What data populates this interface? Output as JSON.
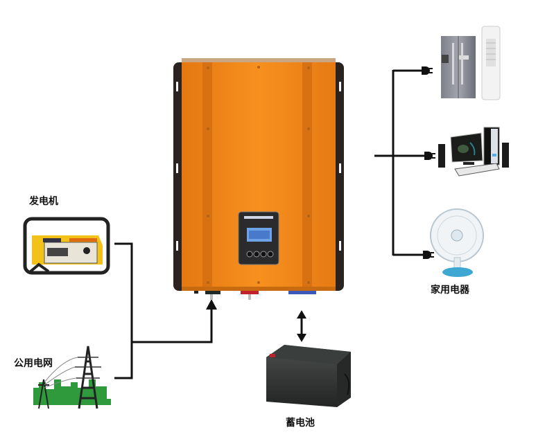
{
  "diagram": {
    "title": "Inverter power system connection diagram",
    "labels": {
      "generator": "发电机",
      "utility_grid": "公用电网",
      "home_appliances": "家用电器",
      "battery": "蓄电池"
    },
    "colors": {
      "inverter_orange": "#f5891f",
      "inverter_dark_panel": "#2a2320",
      "line": "#111111",
      "generator_yellow": "#f2c21a",
      "grid_green": "#2e9a3c",
      "battery_body": "#2c302f",
      "fan_blue": "#3fa8d2"
    },
    "nodes": [
      {
        "id": "generator",
        "label_ref": "generator"
      },
      {
        "id": "utility_grid",
        "label_ref": "utility_grid"
      },
      {
        "id": "inverter",
        "label_ref": null
      },
      {
        "id": "battery",
        "label_ref": "battery"
      },
      {
        "id": "refrigerator",
        "label_ref": "home_appliances"
      },
      {
        "id": "tower_air_conditioner",
        "label_ref": "home_appliances"
      },
      {
        "id": "desktop_computer",
        "label_ref": "home_appliances"
      },
      {
        "id": "electric_fan",
        "label_ref": "home_appliances"
      }
    ],
    "edges": [
      {
        "from": "generator",
        "to": "inverter",
        "direction": "one-way"
      },
      {
        "from": "utility_grid",
        "to": "inverter",
        "direction": "one-way"
      },
      {
        "from": "inverter",
        "to": "battery",
        "direction": "two-way"
      },
      {
        "from": "inverter",
        "to": "refrigerator",
        "direction": "plug"
      },
      {
        "from": "inverter",
        "to": "desktop_computer",
        "direction": "plug"
      },
      {
        "from": "inverter",
        "to": "electric_fan",
        "direction": "plug"
      }
    ]
  }
}
